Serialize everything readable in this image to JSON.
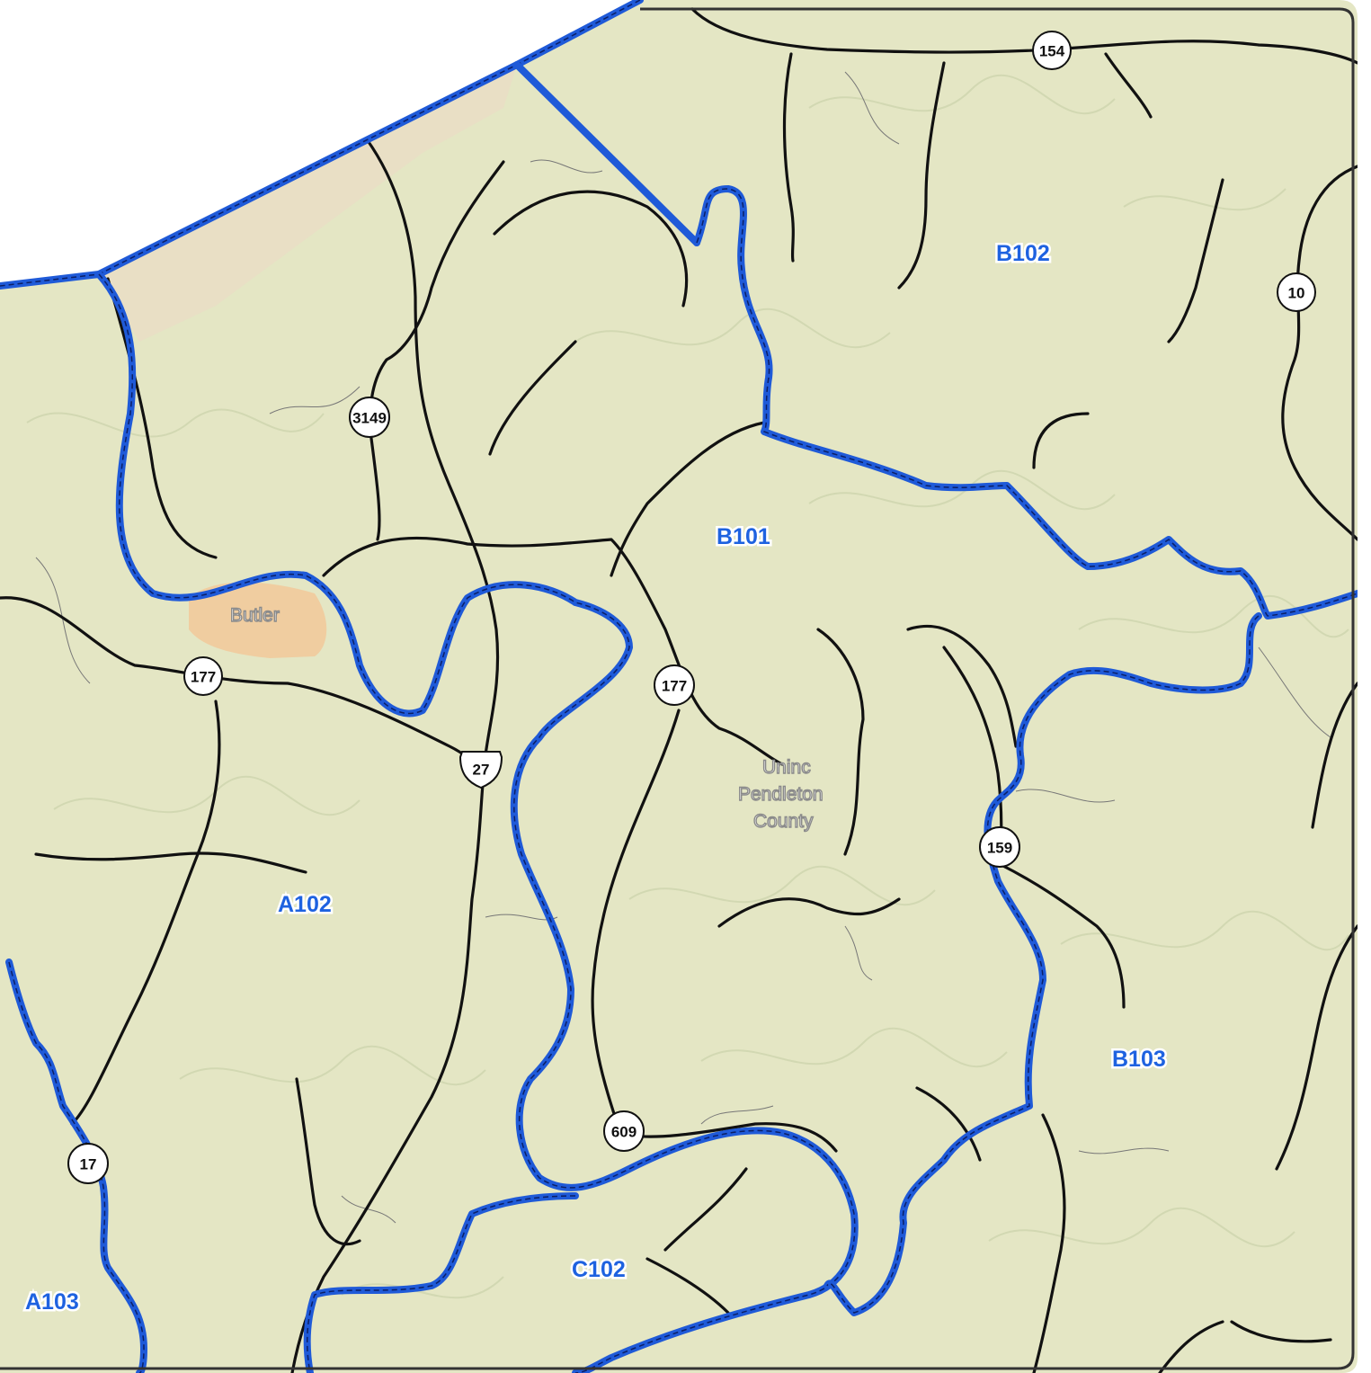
{
  "map": {
    "colors": {
      "land": "#e4e6c4",
      "land_top_band": "#e9ddc8",
      "boundary": "#1f5ad8",
      "boundary_dash": "#0b1f66",
      "road": "#111111",
      "town_area": "#f2c89a",
      "label_blue": "#1e62e0",
      "frame_border": "#333333"
    },
    "area_labels": {
      "b102": "B102",
      "b101": "B101",
      "a102": "A102",
      "b103": "B103",
      "c102": "C102",
      "a103": "A103"
    },
    "place_labels": {
      "butler": "Butler",
      "uninc_line1": "Uninc",
      "uninc_line2": "Pendleton",
      "uninc_line3": "County"
    },
    "route_shields": {
      "r154": "154",
      "r10": "10",
      "r3149": "3149",
      "r177_west": "177",
      "r177_east": "177",
      "us27": "27",
      "r159": "159",
      "r609": "609",
      "r17": "17"
    }
  }
}
